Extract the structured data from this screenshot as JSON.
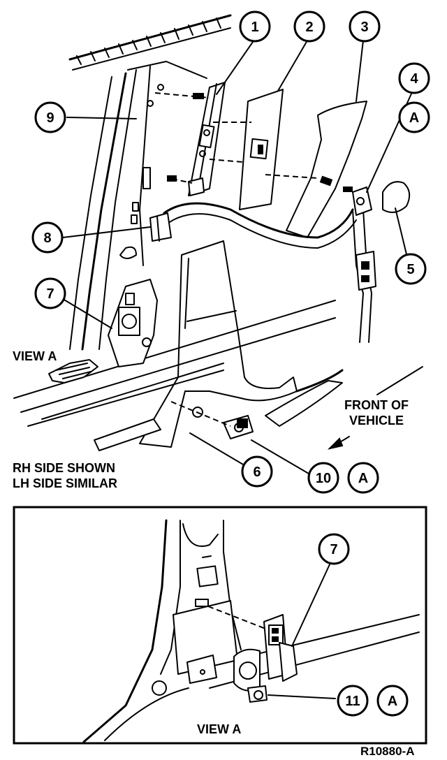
{
  "callouts": {
    "c1": "1",
    "c2": "2",
    "c3": "3",
    "c4": "4",
    "cA1": "A",
    "c5": "5",
    "c9": "9",
    "c8": "8",
    "c7": "7",
    "c6": "6",
    "c10": "10",
    "cA2": "A",
    "c7b": "7",
    "c11": "11",
    "cA3": "A"
  },
  "labels": {
    "view_a_top": "VIEW A",
    "front_line1": "FRONT OF",
    "front_line2": "VEHICLE",
    "side_line1": "RH SIDE SHOWN",
    "side_line2": "LH SIDE SIMILAR",
    "view_a_bottom": "VIEW A",
    "figure_id": "R10880-A"
  }
}
